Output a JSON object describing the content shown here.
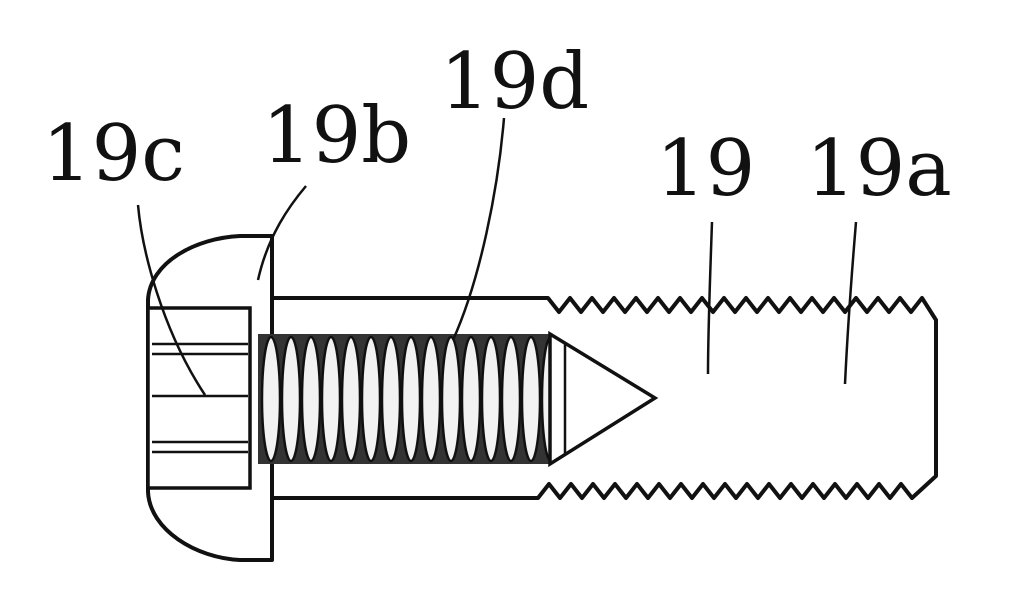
{
  "labels": {
    "shaft": "19",
    "external_thread": "19a",
    "head_step": "19b",
    "socket_recess": "19c",
    "internal_thread": "19d"
  }
}
